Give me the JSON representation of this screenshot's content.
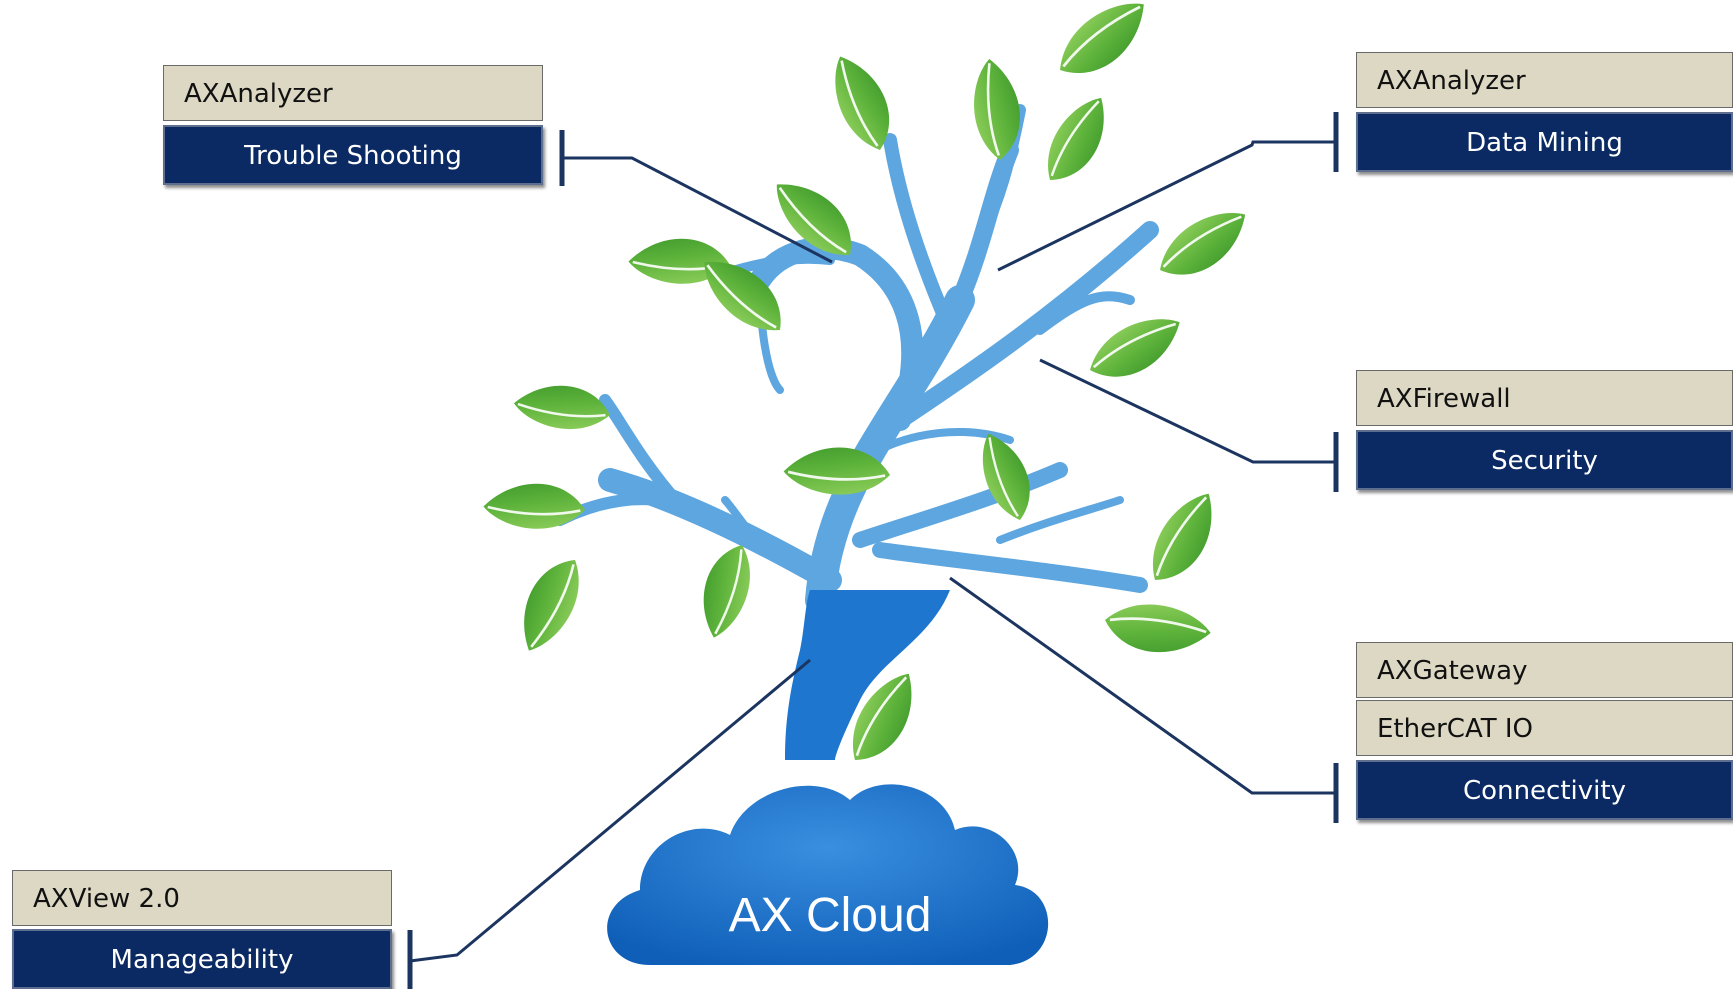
{
  "cloud": {
    "label": "AX Cloud"
  },
  "groups": {
    "trouble": {
      "products": [
        "AXAnalyzer"
      ],
      "feature": "Trouble Shooting"
    },
    "mining": {
      "products": [
        "AXAnalyzer"
      ],
      "feature": "Data Mining"
    },
    "security": {
      "products": [
        "AXFirewall"
      ],
      "feature": "Security"
    },
    "connectivity": {
      "products": [
        "AXGateway",
        "EtherCAT IO"
      ],
      "feature": "Connectivity"
    },
    "manageability": {
      "products": [
        "AXView 2.0"
      ],
      "feature": "Manageability"
    }
  },
  "colors": {
    "navy": "#0b2a63",
    "tan": "#ddd8c3",
    "branch": "#5ea6e0",
    "trunk": "#1f76cf",
    "leaf": "#5cb23a",
    "connector": "#1c3560"
  }
}
